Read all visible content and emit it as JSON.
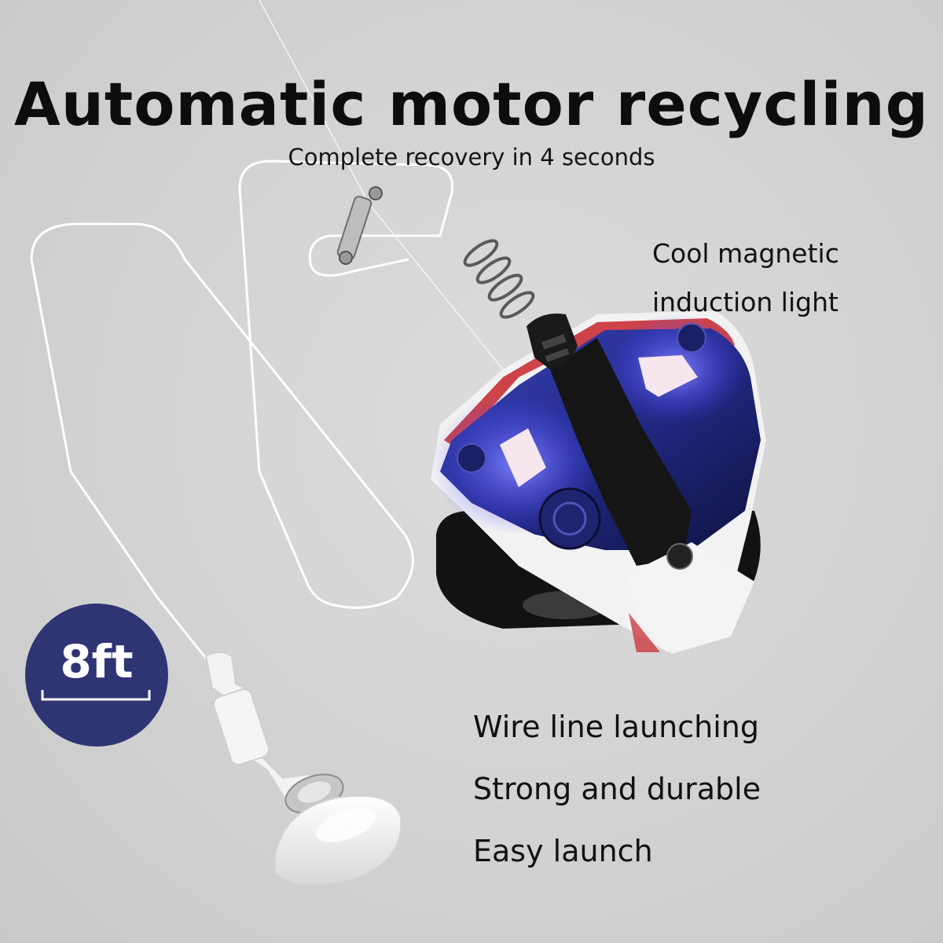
{
  "headline": "Automatic motor recycling",
  "subheadline": "Complete recovery in 4 seconds",
  "light_feature": {
    "line1": "Cool magnetic",
    "line2": "induction light"
  },
  "badge": {
    "label": "8ft",
    "color": "#2f3573"
  },
  "features": [
    "Wire line launching",
    "Strong and durable",
    "Easy launch"
  ],
  "colors": {
    "background": "#d2d2d2",
    "toy_blue": "#2a2f8f",
    "toy_black": "#151515"
  },
  "illustration": {
    "subject": "spinning-top-toy-icon",
    "accessories": [
      "wire-line-icon",
      "suction-cup-icon",
      "spring-clip-icon"
    ]
  }
}
